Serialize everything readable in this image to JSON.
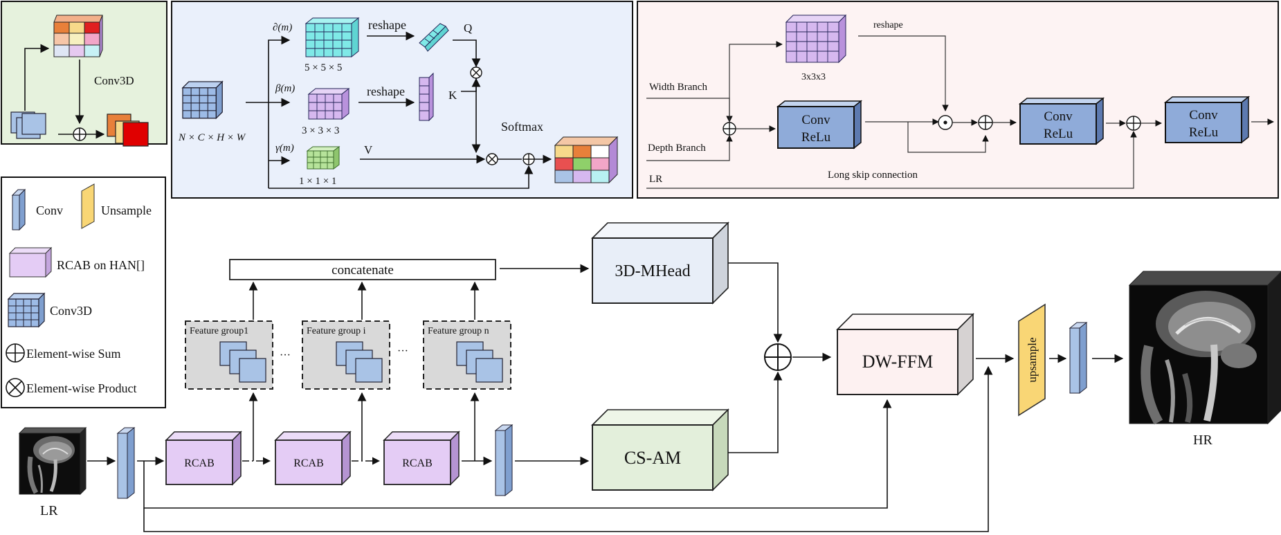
{
  "diagram": {
    "colors": {
      "conv": "#a9c3e6",
      "rcab": "#e4ccf5",
      "upsample": "#f9d675",
      "cube_blue": "#9dbbe6",
      "cube_cyan": "#7fe9e7",
      "cube_purple": "#d6b8ef",
      "cube_green": "#b6e39a",
      "panel_green": "#e6f2dd",
      "panel_blue": "#eaf0fb",
      "panel_pink": "#fdf3f3",
      "mhead": "#e8eef8",
      "csam": "#e3efdb",
      "dwffm": "#fdf1f1",
      "fg_bg": "#d9d9d9"
    },
    "panel_conv3d": {
      "label": "Conv3D"
    },
    "legend": {
      "conv": "Conv",
      "upsample": "Unsample",
      "rcab": "RCAB on HAN[]",
      "conv3d": "Conv3D",
      "sum": "Element-wise Sum",
      "product": "Element-wise Product"
    },
    "panel_attention": {
      "input_dims": "N × C × H × W",
      "partial_m": "∂(m)",
      "beta_m": "β(m)",
      "gamma_m": "γ(m)",
      "k555": "5 × 5 × 5",
      "k333": "3 × 3 × 3",
      "k111": "1 × 1 × 1",
      "reshape1": "reshape",
      "reshape2": "reshape",
      "q": "Q",
      "k": "K",
      "v": "V",
      "softmax": "Softmax"
    },
    "panel_fusion": {
      "reshape": "reshape",
      "kernel": "3x3x3",
      "width_branch": "Width Branch",
      "depth_branch": "Depth Branch",
      "lr": "LR",
      "long_skip": "Long skip connection",
      "conv_top": "Conv",
      "relu": "ReLu"
    },
    "main": {
      "concatenate": "concatenate",
      "mhead": "3D-MHead",
      "csam": "CS-AM",
      "dwffm": "DW-FFM",
      "upsample": "upsample",
      "rcab": "RCAB",
      "lr": "LR",
      "hr": "HR",
      "fg1": "Feature group1",
      "fgi": "Feature group i",
      "fgn": "Feature group n",
      "ellipsis": "···"
    }
  }
}
